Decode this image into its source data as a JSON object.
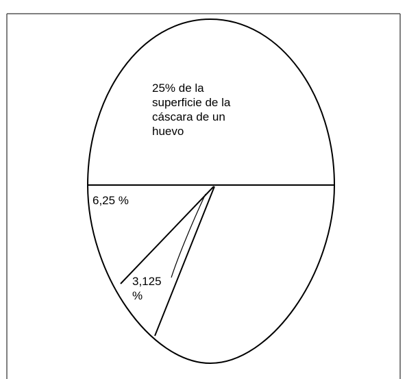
{
  "labels": {
    "top": "25% de la\nsuperficie de la\ncáscara de un\nhuevo",
    "mid": "6,25 %",
    "small": "3,125\n%"
  },
  "colors": {
    "stroke": "#000000",
    "frame": "#555555",
    "background": "#ffffff"
  }
}
